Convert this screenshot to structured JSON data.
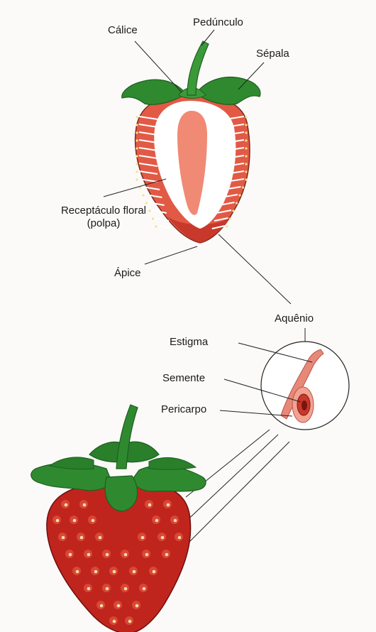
{
  "labels": {
    "calice": "Cálice",
    "peduncle": "Pedúnculo",
    "sepal": "Sépala",
    "receptacle_line1": "Receptáculo floral",
    "receptacle_line2": "(polpa)",
    "apex": "Ápice",
    "achene": "Aquênio",
    "stigma": "Estigma",
    "seed": "Semente",
    "pericarp": "Pericarpo"
  },
  "colors": {
    "background": "#fbfaf8",
    "flesh": "#e25a45",
    "flesh_dark": "#c8382b",
    "pith": "#f08a75",
    "leaf": "#2f8a2f",
    "leaf_dark": "#1d5f1f",
    "strawberry_red": "#c0251d",
    "seed_yellow": "#f1e39a"
  },
  "icons": {
    "section": "strawberry-cross-section-icon",
    "whole": "whole-strawberry-icon",
    "zoom": "achene-zoom-icon"
  }
}
